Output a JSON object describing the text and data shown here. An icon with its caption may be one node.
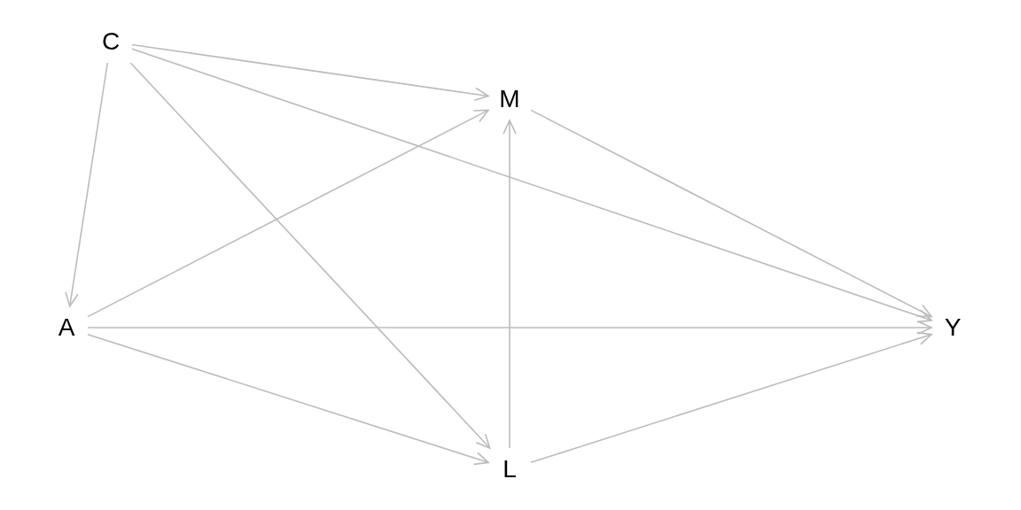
{
  "diagram": {
    "nodes": [
      {
        "text": [
          "C"
        ]
      },
      {
        "text": [
          "M"
        ]
      },
      {
        "text": [
          "A"
        ]
      },
      {
        "text": [
          "Y"
        ]
      },
      {
        "text": [
          "L"
        ]
      }
    ],
    "edges": [
      {
        "from": 0,
        "to": 1,
        "arrow": "to"
      },
      {
        "from": 0,
        "to": 3,
        "arrow": "to"
      },
      {
        "from": 0,
        "to": 4,
        "arrow": "to"
      },
      {
        "from": 0,
        "to": 2,
        "arrow": "to"
      },
      {
        "from": 2,
        "to": 1,
        "arrow": "to"
      },
      {
        "from": 2,
        "to": 3,
        "arrow": "to"
      },
      {
        "from": 2,
        "to": 4,
        "arrow": "to"
      },
      {
        "from": 4,
        "to": 1,
        "arrow": "to"
      },
      {
        "from": 1,
        "to": 3,
        "arrow": "to"
      },
      {
        "from": 4,
        "to": 3,
        "arrow": "to"
      }
    ]
  }
}
